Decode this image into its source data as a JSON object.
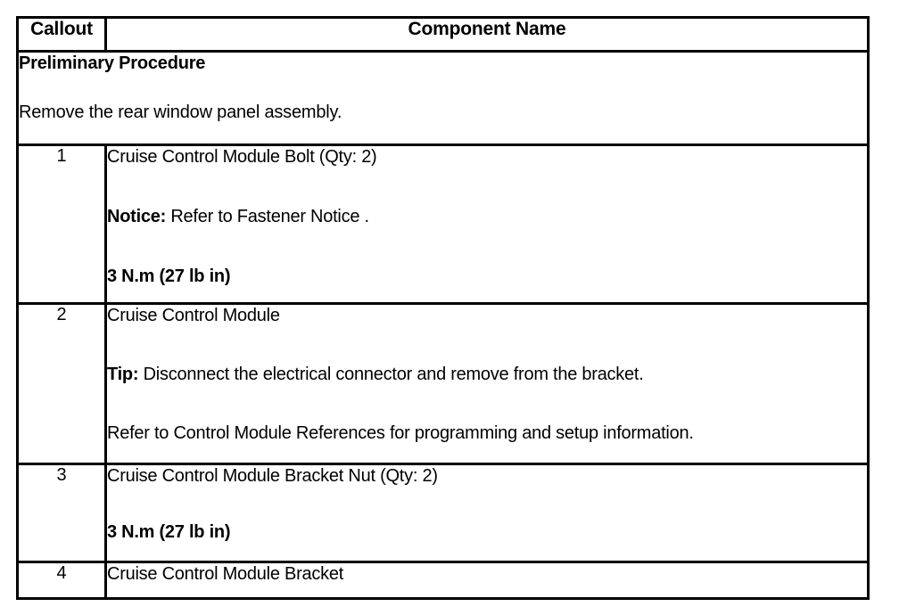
{
  "table": {
    "headers": {
      "callout": "Callout",
      "component_name": "Component Name"
    },
    "preliminary": {
      "title": "Preliminary Procedure",
      "text": "Remove the rear window panel assembly."
    },
    "rows": [
      {
        "callout": "1",
        "lines": [
          {
            "text": "Cruise Control Module Bolt (Qty: 2)",
            "style": "normal"
          },
          {
            "lead": "Notice:",
            "text": " Refer to Fastener Notice .",
            "style": "lead-bold"
          },
          {
            "text": "3 N.m (27 lb in)",
            "style": "bold"
          }
        ]
      },
      {
        "callout": "2",
        "lines": [
          {
            "text": "Cruise Control Module",
            "style": "normal"
          },
          {
            "lead": "Tip:",
            "text": " Disconnect the electrical connector and remove from the bracket.",
            "style": "lead-bold"
          },
          {
            "text": "Refer to Control Module References for programming and setup information.",
            "style": "normal"
          }
        ]
      },
      {
        "callout": "3",
        "lines": [
          {
            "text": "Cruise Control Module Bracket Nut (Qty: 2)",
            "style": "normal"
          },
          {
            "text": "3 N.m (27 lb in)",
            "style": "bold"
          }
        ]
      },
      {
        "callout": "4",
        "lines": [
          {
            "text": "Cruise Control Module Bracket",
            "style": "normal"
          }
        ]
      }
    ]
  },
  "colors": {
    "border": "#000000",
    "text": "#000000",
    "background": "#ffffff"
  }
}
